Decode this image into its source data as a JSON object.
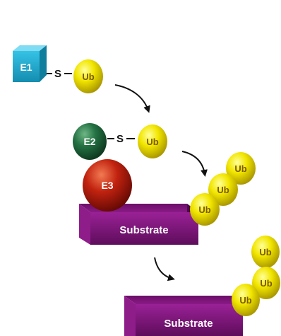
{
  "labels": {
    "e1": "E1",
    "e2": "E2",
    "e3": "E3",
    "sulfur": "S",
    "ub": "Ub",
    "substrate": "Substrate"
  },
  "colors": {
    "e1": "#1aa6cc",
    "e2": "#1e6a3a",
    "e3": "#b4160e",
    "ub": "#f0e400",
    "ub_text": "#7a5a00",
    "substrate": "#7a1477",
    "substrate_text": "#ffffff",
    "arrow": "#111111"
  },
  "icons": [
    "e1-cube",
    "e2-sphere",
    "e3-sphere",
    "ubiquitin-sphere",
    "substrate-block",
    "curved-arrow"
  ]
}
